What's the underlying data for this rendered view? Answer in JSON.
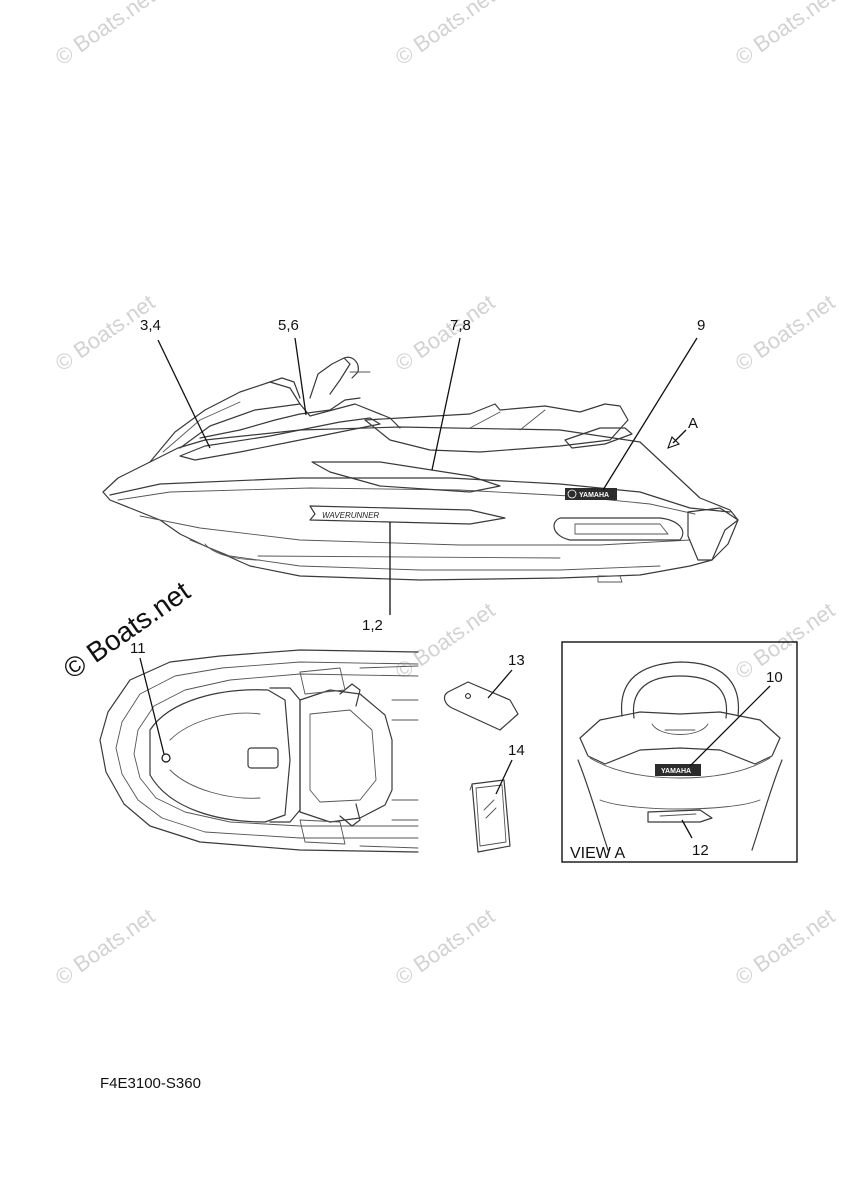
{
  "watermark": {
    "text": "© Boats.net",
    "prominent_text": "© Boats.net"
  },
  "callouts": {
    "c_1_2": "1,2",
    "c_3_4": "3,4",
    "c_5_6": "5,6",
    "c_7_8": "7,8",
    "c_9": "9",
    "c_10": "10",
    "c_11": "11",
    "c_12": "12",
    "c_13": "13",
    "c_14": "14"
  },
  "view_arrow_label": "A",
  "view_box_label": "VIEW A",
  "decals": {
    "side_wordmark": "WAVERUNNER",
    "brand": "YAMAHA"
  },
  "diagram_code": "F4E3100-S360"
}
